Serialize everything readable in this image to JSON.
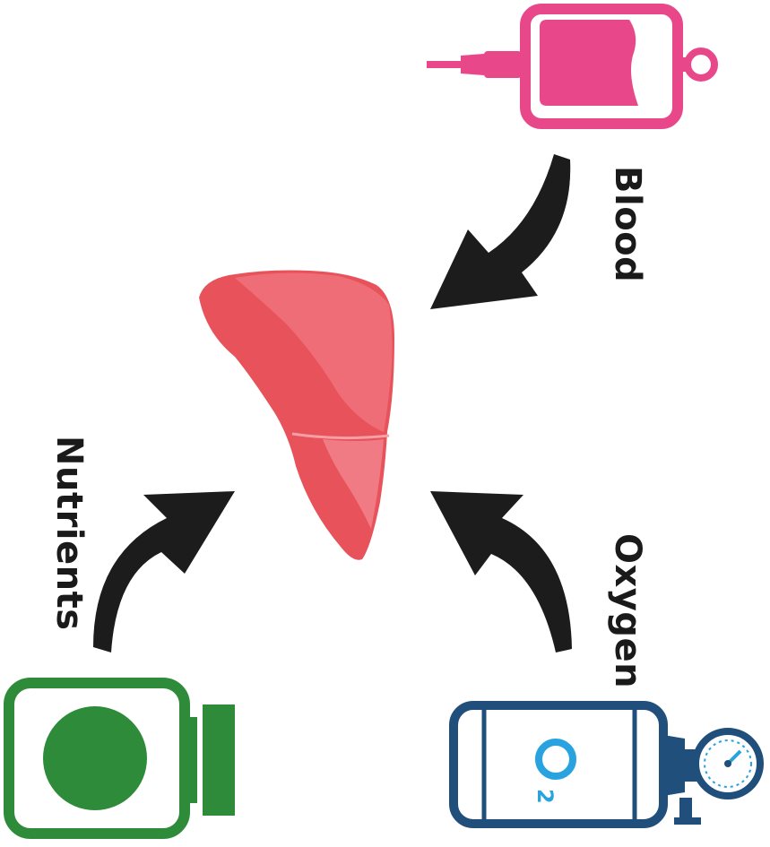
{
  "labels": {
    "blood": "Blood",
    "oxygen": "Oxygen",
    "nutrients": "Nutrients",
    "o2_letter": "O",
    "o2_subscript": "2"
  },
  "icons": {
    "organ": "liver-icon",
    "blood_source": "blood-bag-icon",
    "oxygen_source": "oxygen-tank-icon",
    "nutrient_source": "nutrient-container-icon"
  },
  "colors": {
    "blood": "#e8478a",
    "oxygen": "#1f4f7a",
    "oxygen_text": "#29a3e0",
    "nutrients": "#2e8b3a",
    "liver": "#e8525a",
    "arrow": "#1c1c1c"
  }
}
